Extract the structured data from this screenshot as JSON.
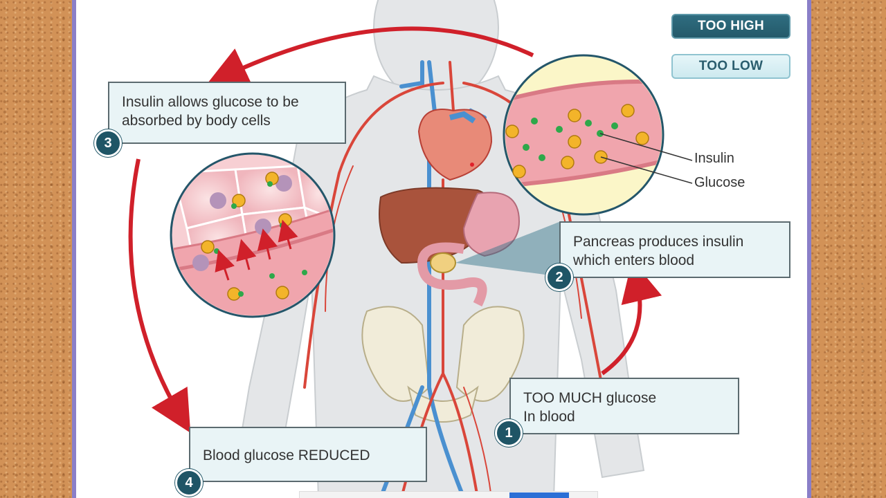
{
  "buttons": {
    "too_high": "TOO HIGH",
    "too_low": "TOO LOW"
  },
  "steps": [
    {
      "number": "1",
      "text_line1": "TOO MUCH glucose",
      "text_line2": "In blood"
    },
    {
      "number": "2",
      "text_line1": "Pancreas produces insulin",
      "text_line2": "which enters blood"
    },
    {
      "number": "3",
      "text_line1": "Insulin allows glucose to be",
      "text_line2": "absorbed by body cells"
    },
    {
      "number": "4",
      "text_line1": "Blood glucose REDUCED",
      "text_line2": ""
    }
  ],
  "legend": {
    "insulin": "Insulin",
    "glucose": "Glucose"
  },
  "colors": {
    "artery": "#d9463a",
    "vein": "#4a90d0",
    "arrow": "#d0202a",
    "glucose": "#f3b42a",
    "insulin": "#2ea84a",
    "badge": "#1f5566",
    "button_high": "#2f6d80",
    "button_low": "#e6f6f9"
  }
}
